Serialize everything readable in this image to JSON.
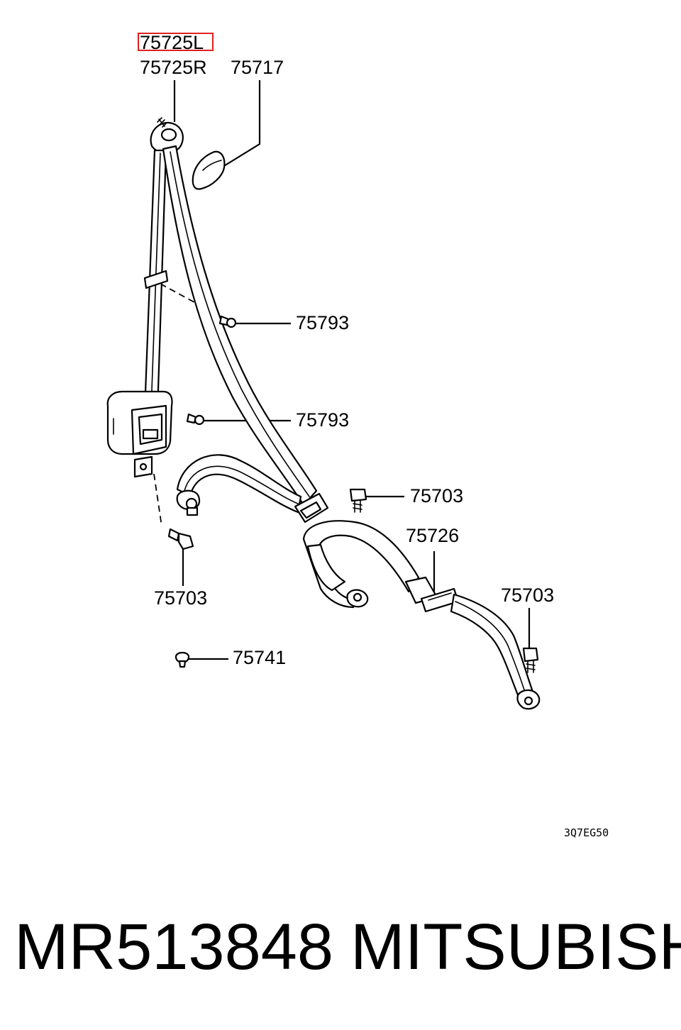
{
  "diagram": {
    "highlighted_part": "75725L",
    "callouts": [
      {
        "id": "c-75725L",
        "text": "75725L"
      },
      {
        "id": "c-75725R",
        "text": "75725R"
      },
      {
        "id": "c-75717",
        "text": "75717"
      },
      {
        "id": "c-75793-a",
        "text": "75793"
      },
      {
        "id": "c-75793-b",
        "text": "75793"
      },
      {
        "id": "c-75703-a",
        "text": "75703"
      },
      {
        "id": "c-75726",
        "text": "75726"
      },
      {
        "id": "c-75703-b",
        "text": "75703"
      },
      {
        "id": "c-75703-c",
        "text": "75703"
      },
      {
        "id": "c-75741",
        "text": "75741"
      }
    ],
    "drawing_code": "3Q7EG50",
    "colors": {
      "line": "#000000",
      "highlight": "#e02020",
      "background": "#ffffff"
    }
  },
  "footer": {
    "part_number": "MR513848",
    "brand": "MITSUBISHI"
  }
}
